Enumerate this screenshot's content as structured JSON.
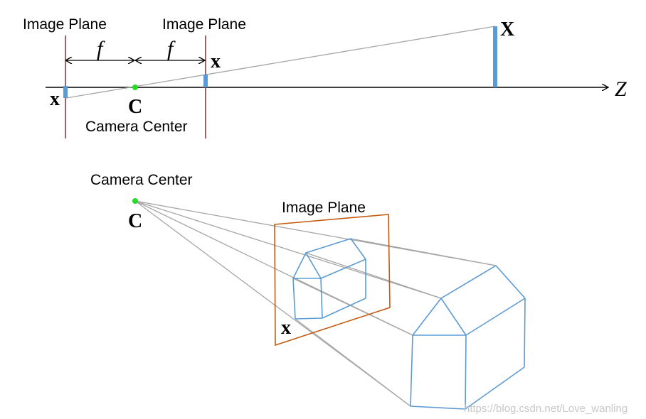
{
  "top": {
    "image_plane_left_label": "Image Plane",
    "image_plane_right_label": "Image Plane",
    "focal_left_label": "f",
    "focal_right_label": "f",
    "point_x_right_label": "x",
    "point_x_left_label": "x",
    "world_point_label": "X",
    "axis_label": "Z",
    "center_label": "C",
    "camera_center_label": "Camera Center"
  },
  "bottom": {
    "camera_center_label": "Camera Center",
    "center_label": "C",
    "image_plane_label": "Image Plane",
    "point_x_label": "x"
  },
  "watermark": "https://blog.csdn.net/Love_wanling",
  "colors": {
    "camera_center": "#22dd22",
    "image_plane_top": "#8b1a1a",
    "image_plane_bottom": "#c55a11",
    "house": "#5b9bd5",
    "rays": "#a6a6a6",
    "axis": "#000000"
  }
}
